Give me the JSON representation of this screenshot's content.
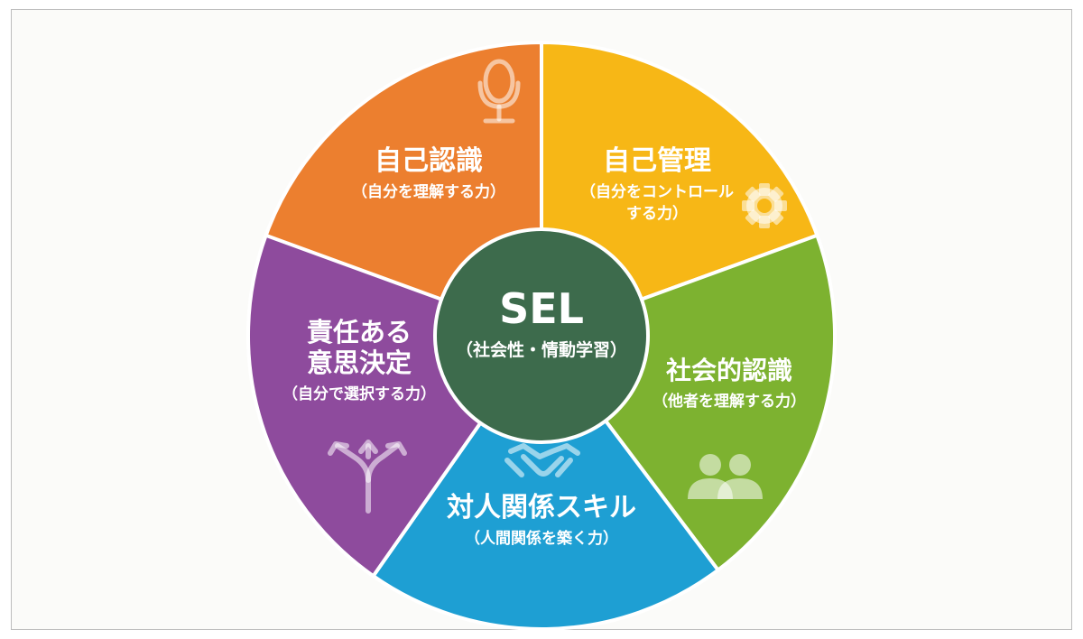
{
  "center": {
    "title": "SEL",
    "subtitle": "（社会性・情動学習）"
  },
  "segments": [
    {
      "id": "self-awareness",
      "title_lines": [
        "自己認識"
      ],
      "subtitle_lines": [
        "（自分を理解する力）"
      ],
      "color": "#ec7f2f",
      "icon": "mirror-icon"
    },
    {
      "id": "self-management",
      "title_lines": [
        "自己管理"
      ],
      "subtitle_lines": [
        "（自分をコントロール",
        "する力）"
      ],
      "color": "#f7b716",
      "icon": "gear-icon"
    },
    {
      "id": "social-awareness",
      "title_lines": [
        "社会的認識"
      ],
      "subtitle_lines": [
        "（他者を理解する力）"
      ],
      "color": "#7db230",
      "icon": "people-icon"
    },
    {
      "id": "relationship-skills",
      "title_lines": [
        "対人関係スキル"
      ],
      "subtitle_lines": [
        "（人間関係を築く力）"
      ],
      "color": "#1e9fd3",
      "icon": "handshake-icon"
    },
    {
      "id": "responsible-decision",
      "title_lines": [
        "責任ある",
        "意思決定"
      ],
      "subtitle_lines": [
        "（自分で選択する力）"
      ],
      "color": "#8e4b9d",
      "icon": "branch-arrows-icon"
    }
  ],
  "colors": {
    "center_fill": "#3d6b4c",
    "divider": "#ffffff",
    "icon_light": "rgba(255,255,255,0.55)"
  }
}
